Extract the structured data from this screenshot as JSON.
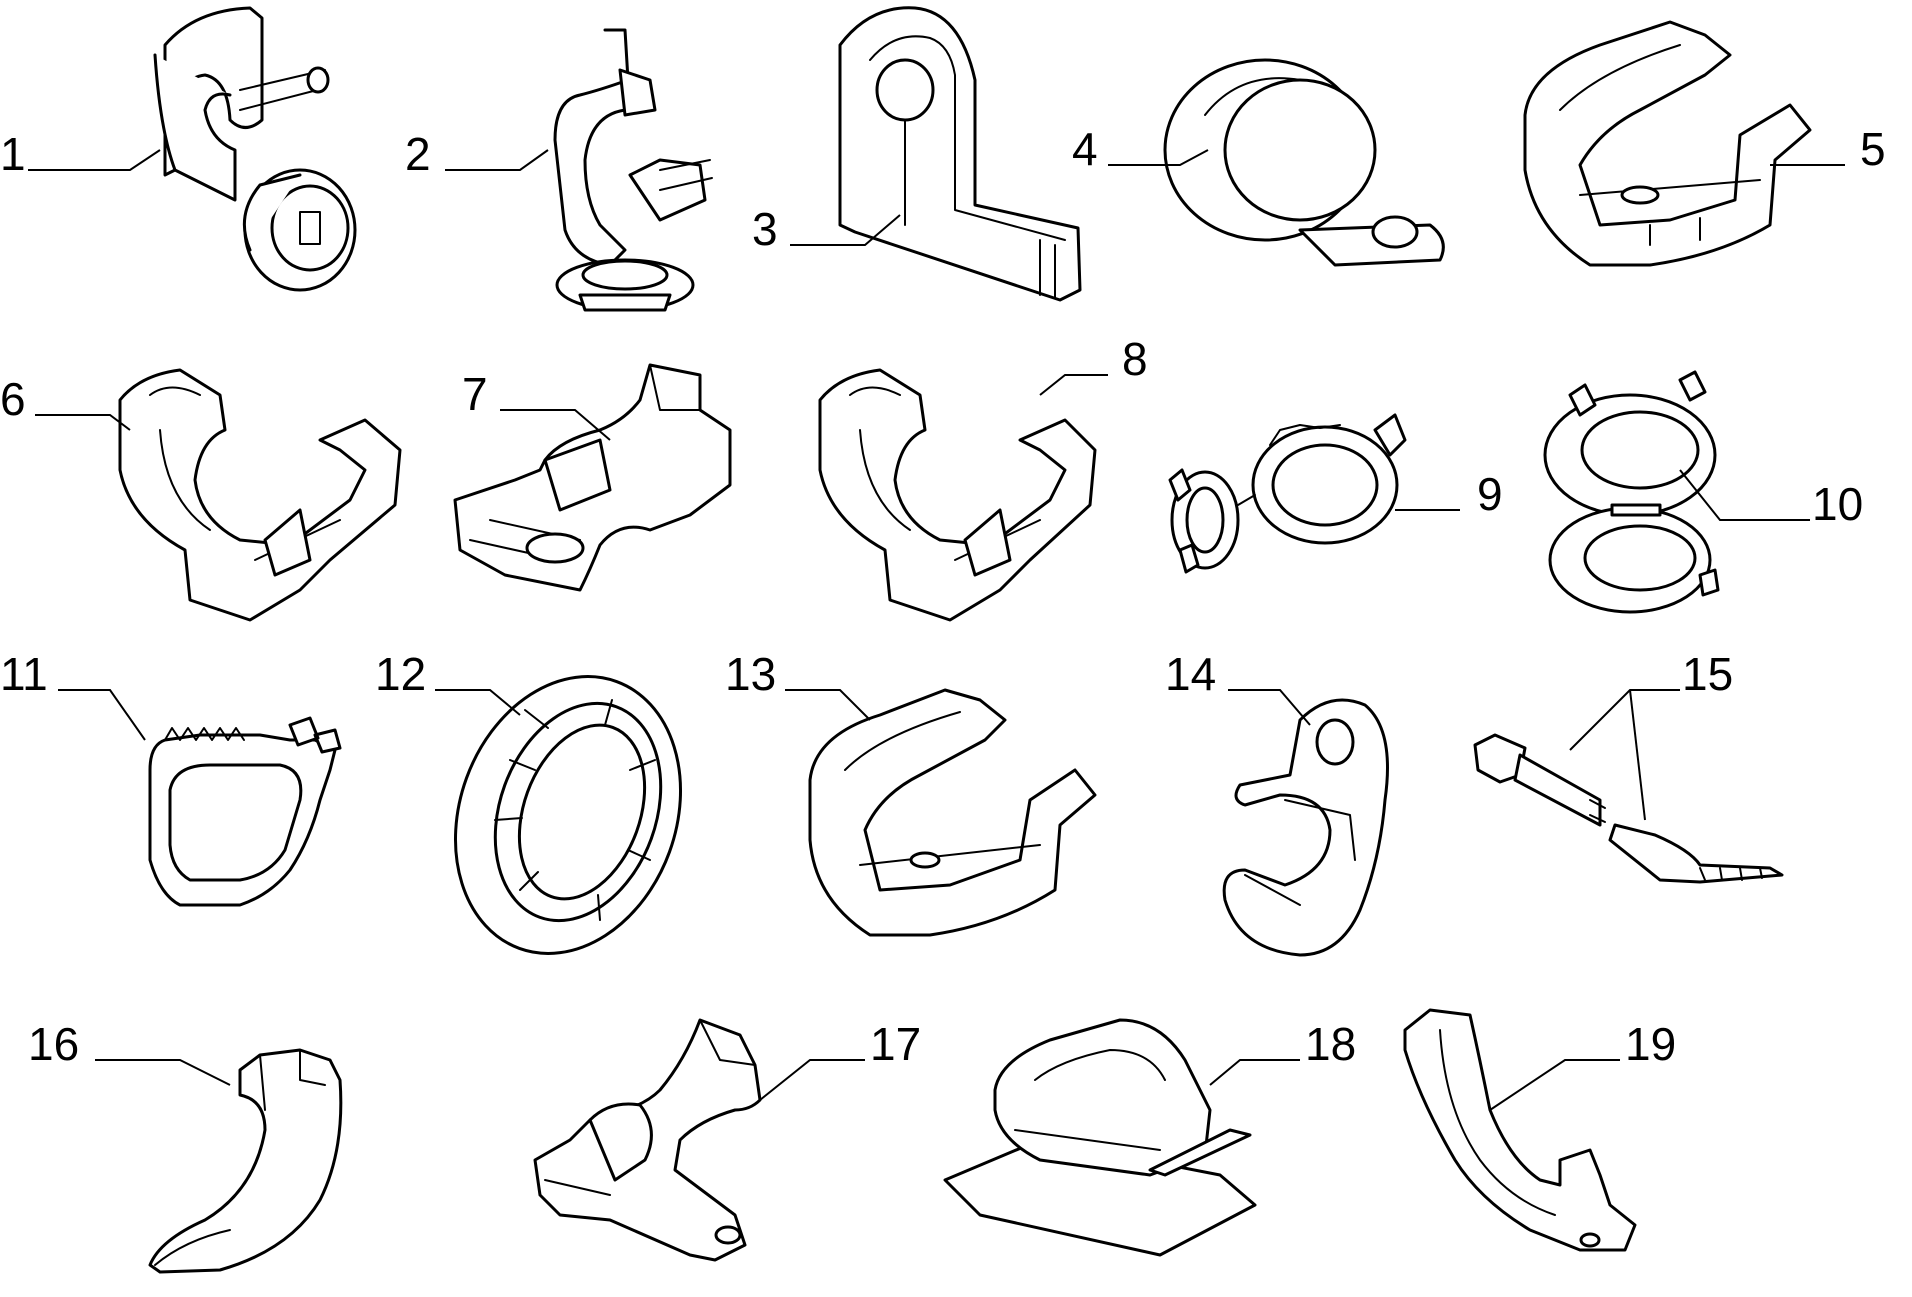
{
  "diagram": {
    "callouts": [
      {
        "id": 1,
        "label": "1",
        "part_icon": "cable-clip-with-bolt-icon"
      },
      {
        "id": 2,
        "label": "2",
        "part_icon": "pipe-clip-with-stud-icon"
      },
      {
        "id": 3,
        "label": "3",
        "part_icon": "l-bracket-icon"
      },
      {
        "id": 4,
        "label": "4",
        "part_icon": "p-clamp-icon"
      },
      {
        "id": 5,
        "label": "5",
        "part_icon": "hose-clip-icon"
      },
      {
        "id": 6,
        "label": "6",
        "part_icon": "double-cable-clip-icon"
      },
      {
        "id": 7,
        "label": "7",
        "part_icon": "saddle-clip-icon"
      },
      {
        "id": 8,
        "label": "8",
        "part_icon": "double-cable-clip-icon"
      },
      {
        "id": 9,
        "label": "9",
        "part_icon": "twin-ring-clip-icon"
      },
      {
        "id": 10,
        "label": "10",
        "part_icon": "figure-eight-clip-icon"
      },
      {
        "id": 11,
        "label": "11",
        "part_icon": "ratchet-ring-clip-icon"
      },
      {
        "id": 12,
        "label": "12",
        "part_icon": "grommet-ring-icon"
      },
      {
        "id": 13,
        "label": "13",
        "part_icon": "hose-clip-icon"
      },
      {
        "id": 14,
        "label": "14",
        "part_icon": "open-eye-bracket-icon"
      },
      {
        "id": 15,
        "label": "15",
        "part_icon": "cable-tie-icon"
      },
      {
        "id": 16,
        "label": "16",
        "part_icon": "curved-shell-icon"
      },
      {
        "id": 17,
        "label": "17",
        "part_icon": "tab-clip-icon"
      },
      {
        "id": 18,
        "label": "18",
        "part_icon": "adhesive-cable-mount-icon"
      },
      {
        "id": 19,
        "label": "19",
        "part_icon": "strap-clip-icon"
      }
    ]
  }
}
